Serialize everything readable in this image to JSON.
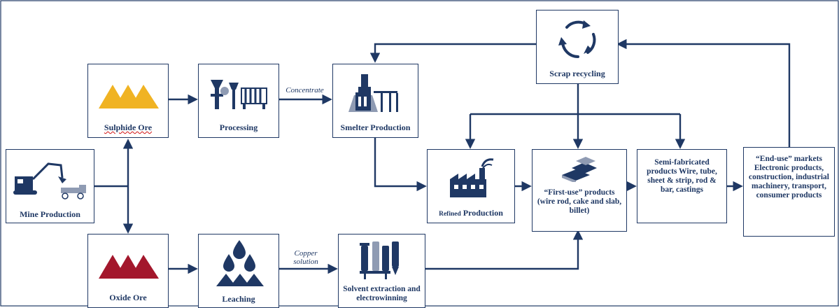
{
  "nodes": {
    "mine": "Mine Production",
    "sulphide": "Sulphide Ore",
    "processing": "Processing",
    "smelter": "Smelter Production",
    "oxide": "Oxide Ore",
    "leaching": "Leaching",
    "solvent": "Solvent extraction and electrowinning",
    "refined_prefix": "Refined",
    "refined_suffix": " Production",
    "first_use": "“First-use” products (wire rod, cake and slab, billet)",
    "semi": "Semi-fabricated products Wire, tube, sheet & strip, rod & bar, castings",
    "end_use": "“End-use” markets Electronic products, construction, industrial machinery, transport, consumer products",
    "scrap": "Scrap recycling"
  },
  "edges": {
    "concentrate": "Concentrate",
    "copper_solution": "Copper solution"
  },
  "colors": {
    "navy": "#1f3864",
    "sulphide_ore": "#f0b323",
    "oxide_ore": "#a3172c"
  },
  "icons": {
    "mine": "excavator-truck-icon",
    "sulphide": "ore-pile-icon",
    "processing": "crusher-mill-icon",
    "smelter": "smelter-icon",
    "oxide": "ore-pile-icon",
    "leaching": "droplets-pile-icon",
    "solvent": "extraction-columns-icon",
    "refined": "factory-icon",
    "first_use": "copper-ingots-icon",
    "scrap": "recycle-arrows-icon"
  }
}
